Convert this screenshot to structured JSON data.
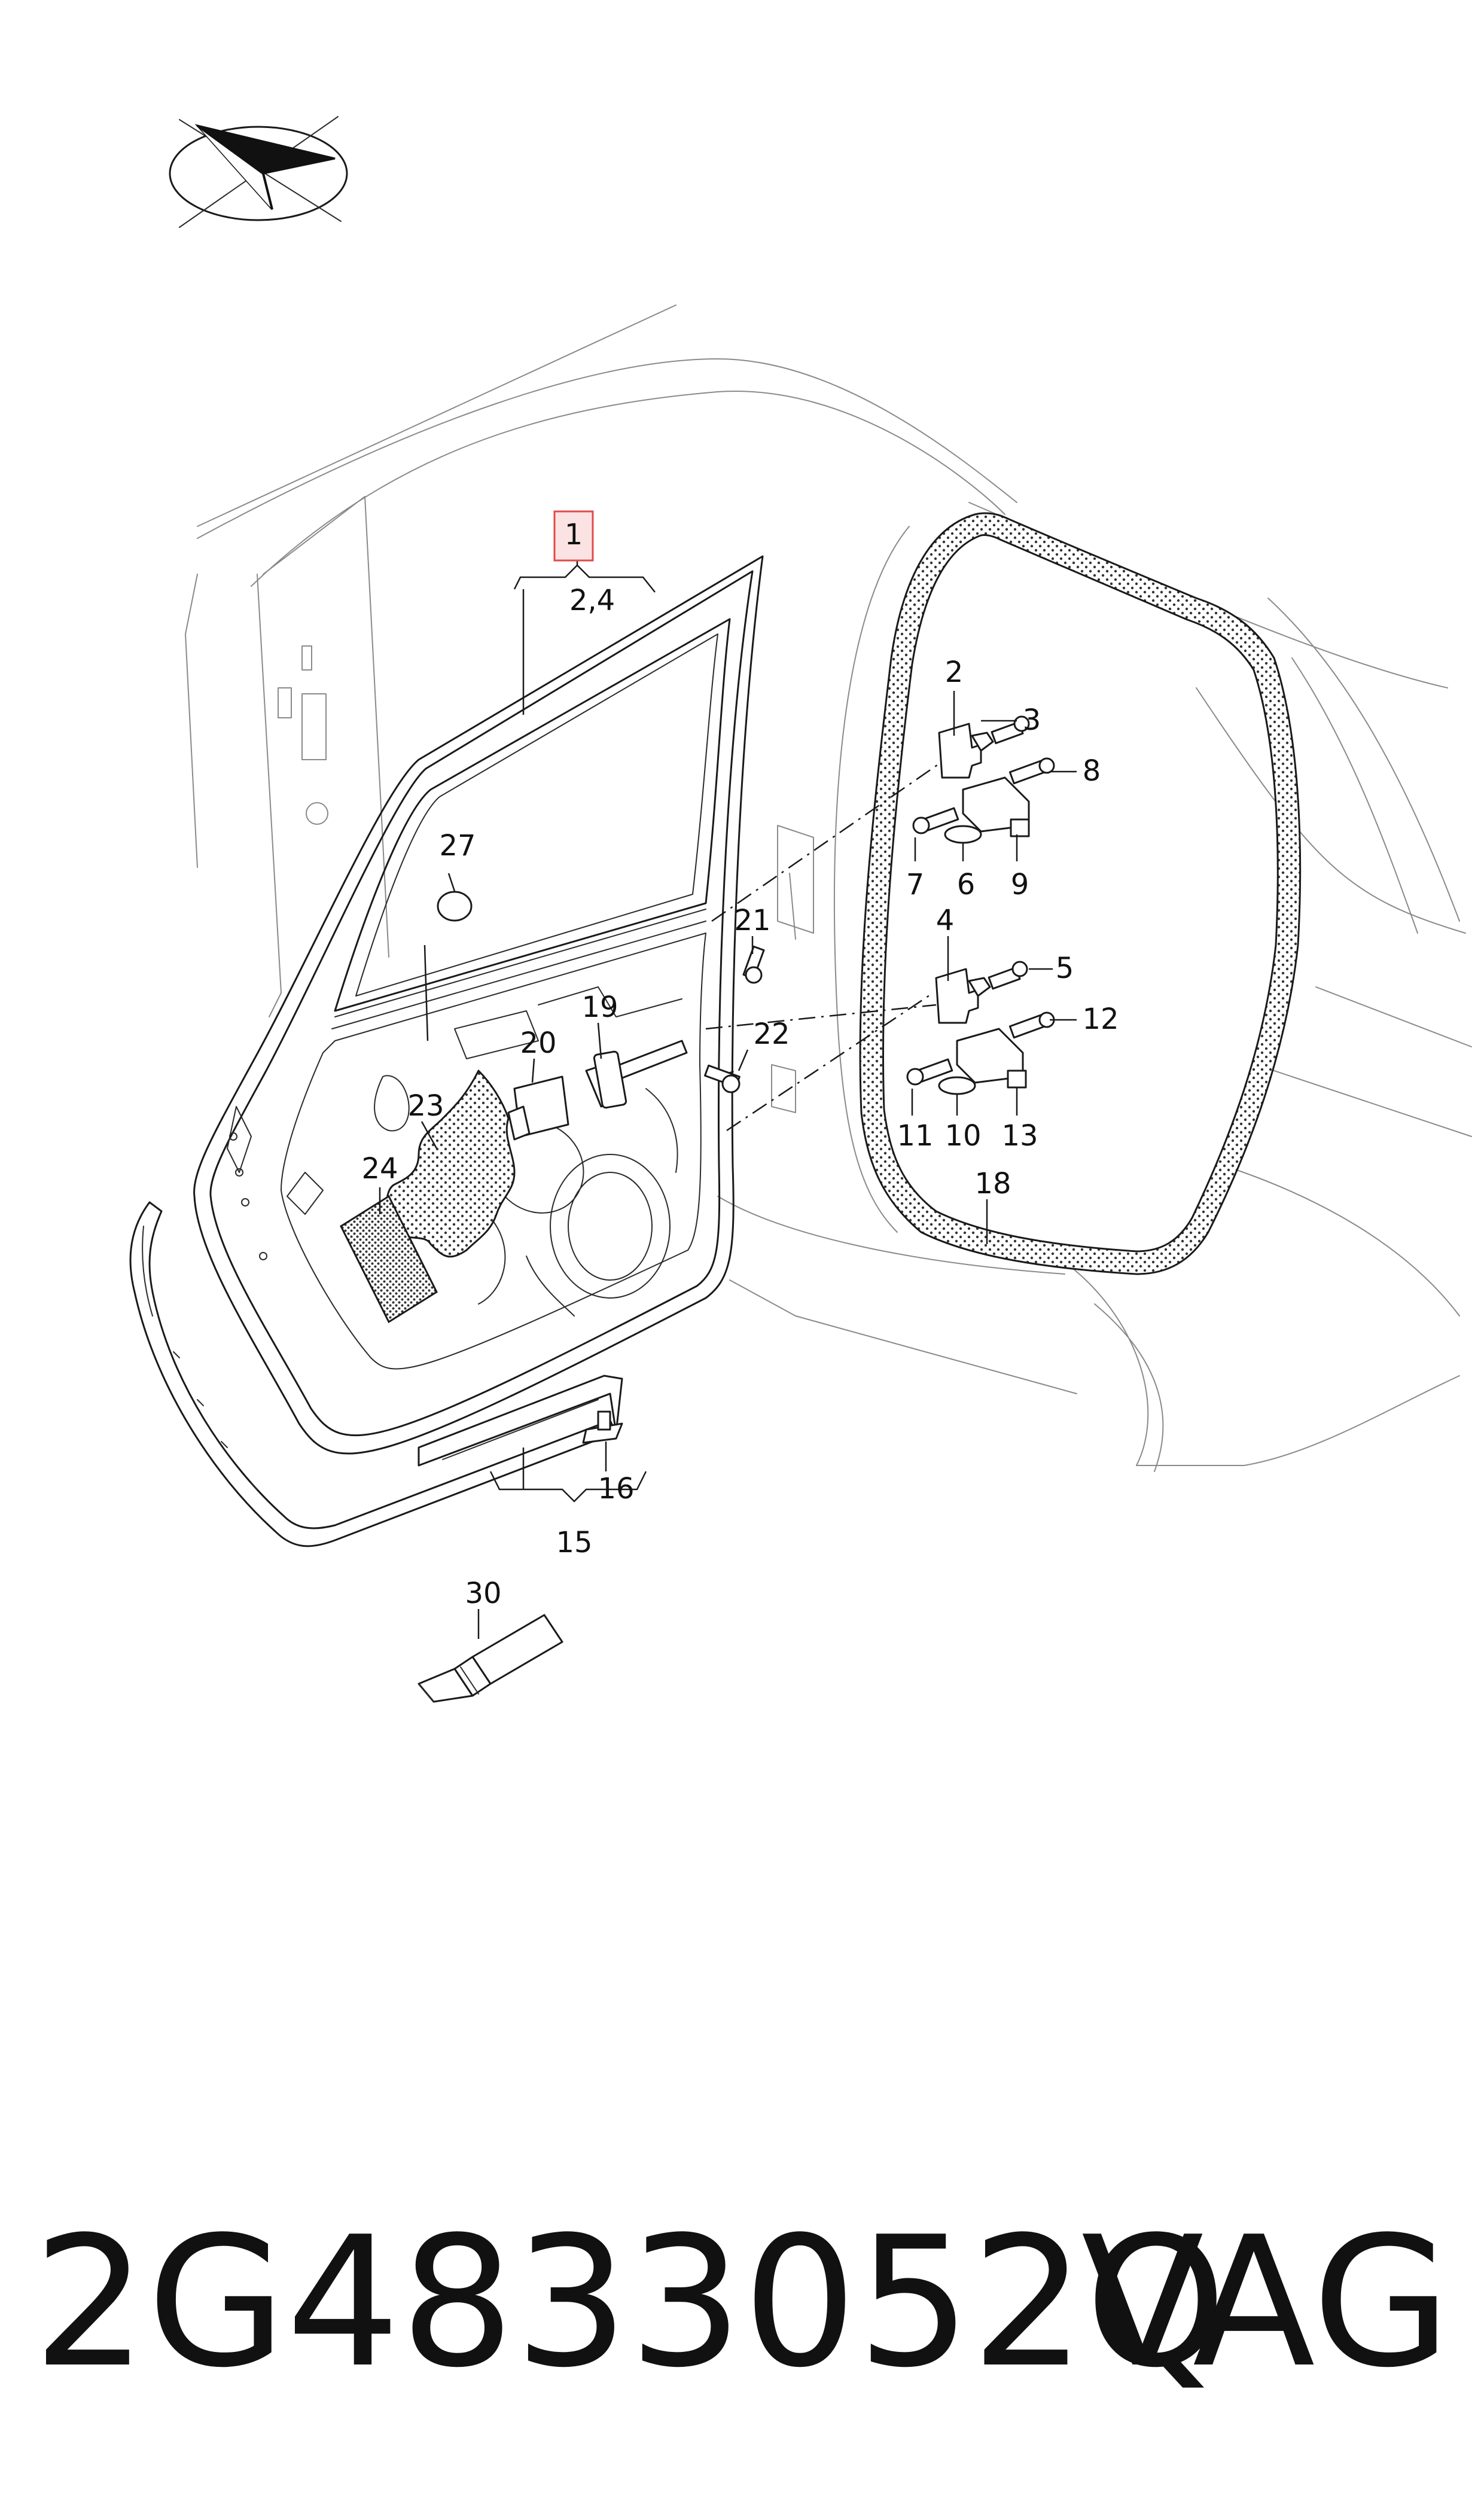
{
  "diagram": {
    "callouts": [
      {
        "id": "c1",
        "label": "1"
      },
      {
        "id": "c24",
        "label": "2,4"
      },
      {
        "id": "c2",
        "label": "2"
      },
      {
        "id": "c3",
        "label": "3"
      },
      {
        "id": "c8",
        "label": "8"
      },
      {
        "id": "c7",
        "label": "7"
      },
      {
        "id": "c6",
        "label": "6"
      },
      {
        "id": "c9",
        "label": "9"
      },
      {
        "id": "c4",
        "label": "4"
      },
      {
        "id": "c5",
        "label": "5"
      },
      {
        "id": "c12",
        "label": "12"
      },
      {
        "id": "c11",
        "label": "11"
      },
      {
        "id": "c10",
        "label": "10"
      },
      {
        "id": "c13",
        "label": "13"
      },
      {
        "id": "c18",
        "label": "18"
      },
      {
        "id": "c27",
        "label": "27"
      },
      {
        "id": "c21",
        "label": "21"
      },
      {
        "id": "c22",
        "label": "22"
      },
      {
        "id": "c19",
        "label": "19"
      },
      {
        "id": "c20",
        "label": "20"
      },
      {
        "id": "c23",
        "label": "23"
      },
      {
        "id": "c24b",
        "label": "24"
      },
      {
        "id": "c16",
        "label": "16"
      },
      {
        "id": "c15",
        "label": "15"
      },
      {
        "id": "c30",
        "label": "30"
      }
    ],
    "highlight_color": "#e04b4b"
  },
  "footer": {
    "part_number": "2G4833052Q",
    "brand": "VAG"
  }
}
